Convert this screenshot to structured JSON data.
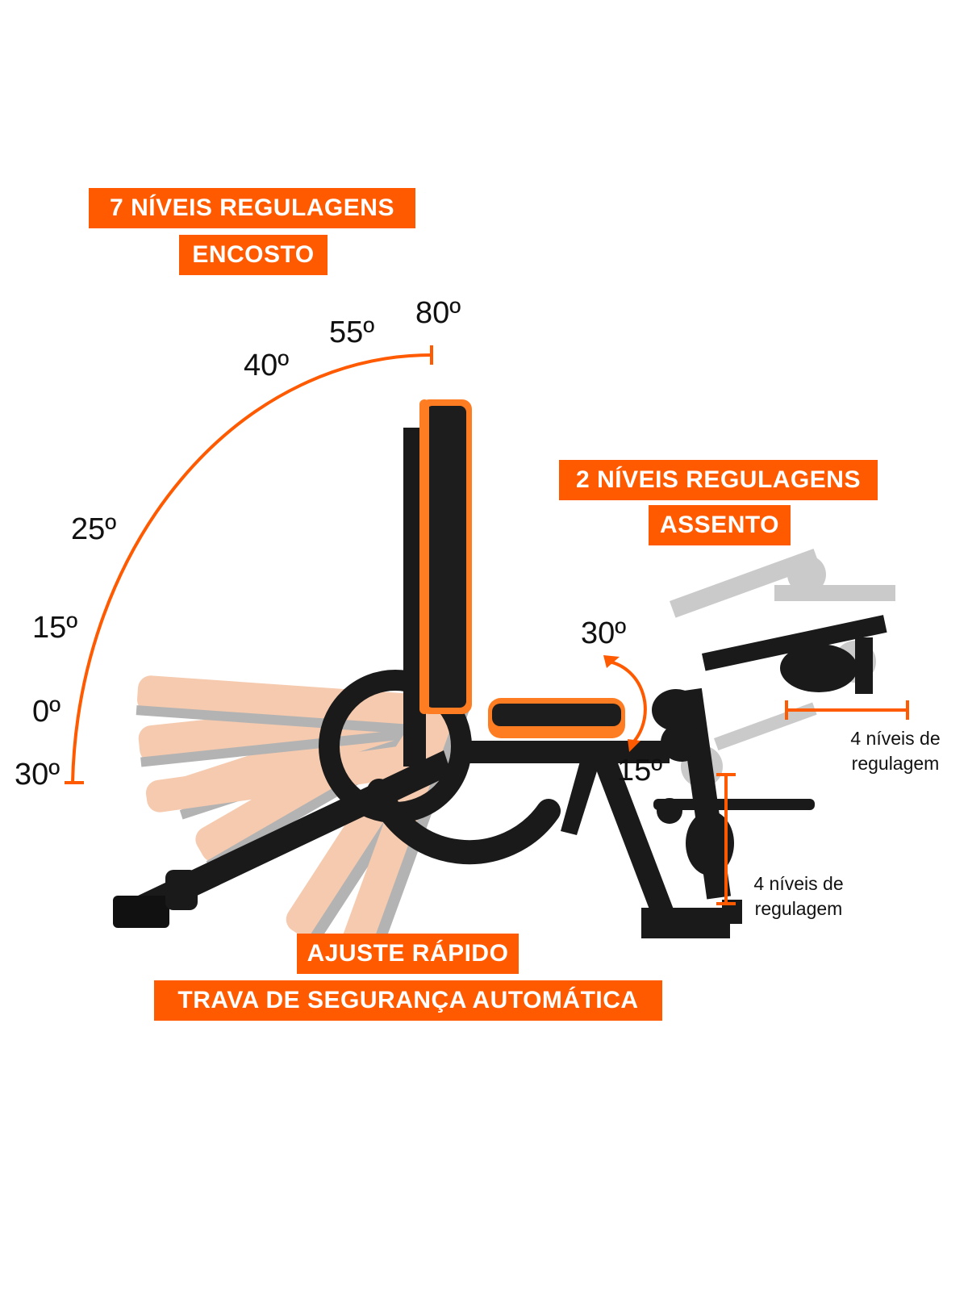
{
  "colors": {
    "accent": "#ff5a00",
    "frame": "#1a1a1a",
    "text": "#111111"
  },
  "backrest_banner": {
    "line1": "7 NÍVEIS REGULAGENS",
    "line2": "ENCOSTO"
  },
  "seat_banner": {
    "line1": "2 NÍVEIS REGULAGENS",
    "line2": "ASSENTO"
  },
  "bottom_banner": {
    "line1": "AJUSTE RÁPIDO",
    "line2": "TRAVA DE SEGURANÇA AUTOMÁTICA"
  },
  "backrest_angles": [
    "80º",
    "55º",
    "40º",
    "25º",
    "15º",
    "0º",
    "30º"
  ],
  "seat_angles": [
    "30º",
    "15º"
  ],
  "leg_horizontal_note": {
    "line1": "4 níveis de",
    "line2": "regulagem"
  },
  "leg_vertical_note": {
    "line1": "4 níveis de",
    "line2": "regulagem"
  }
}
